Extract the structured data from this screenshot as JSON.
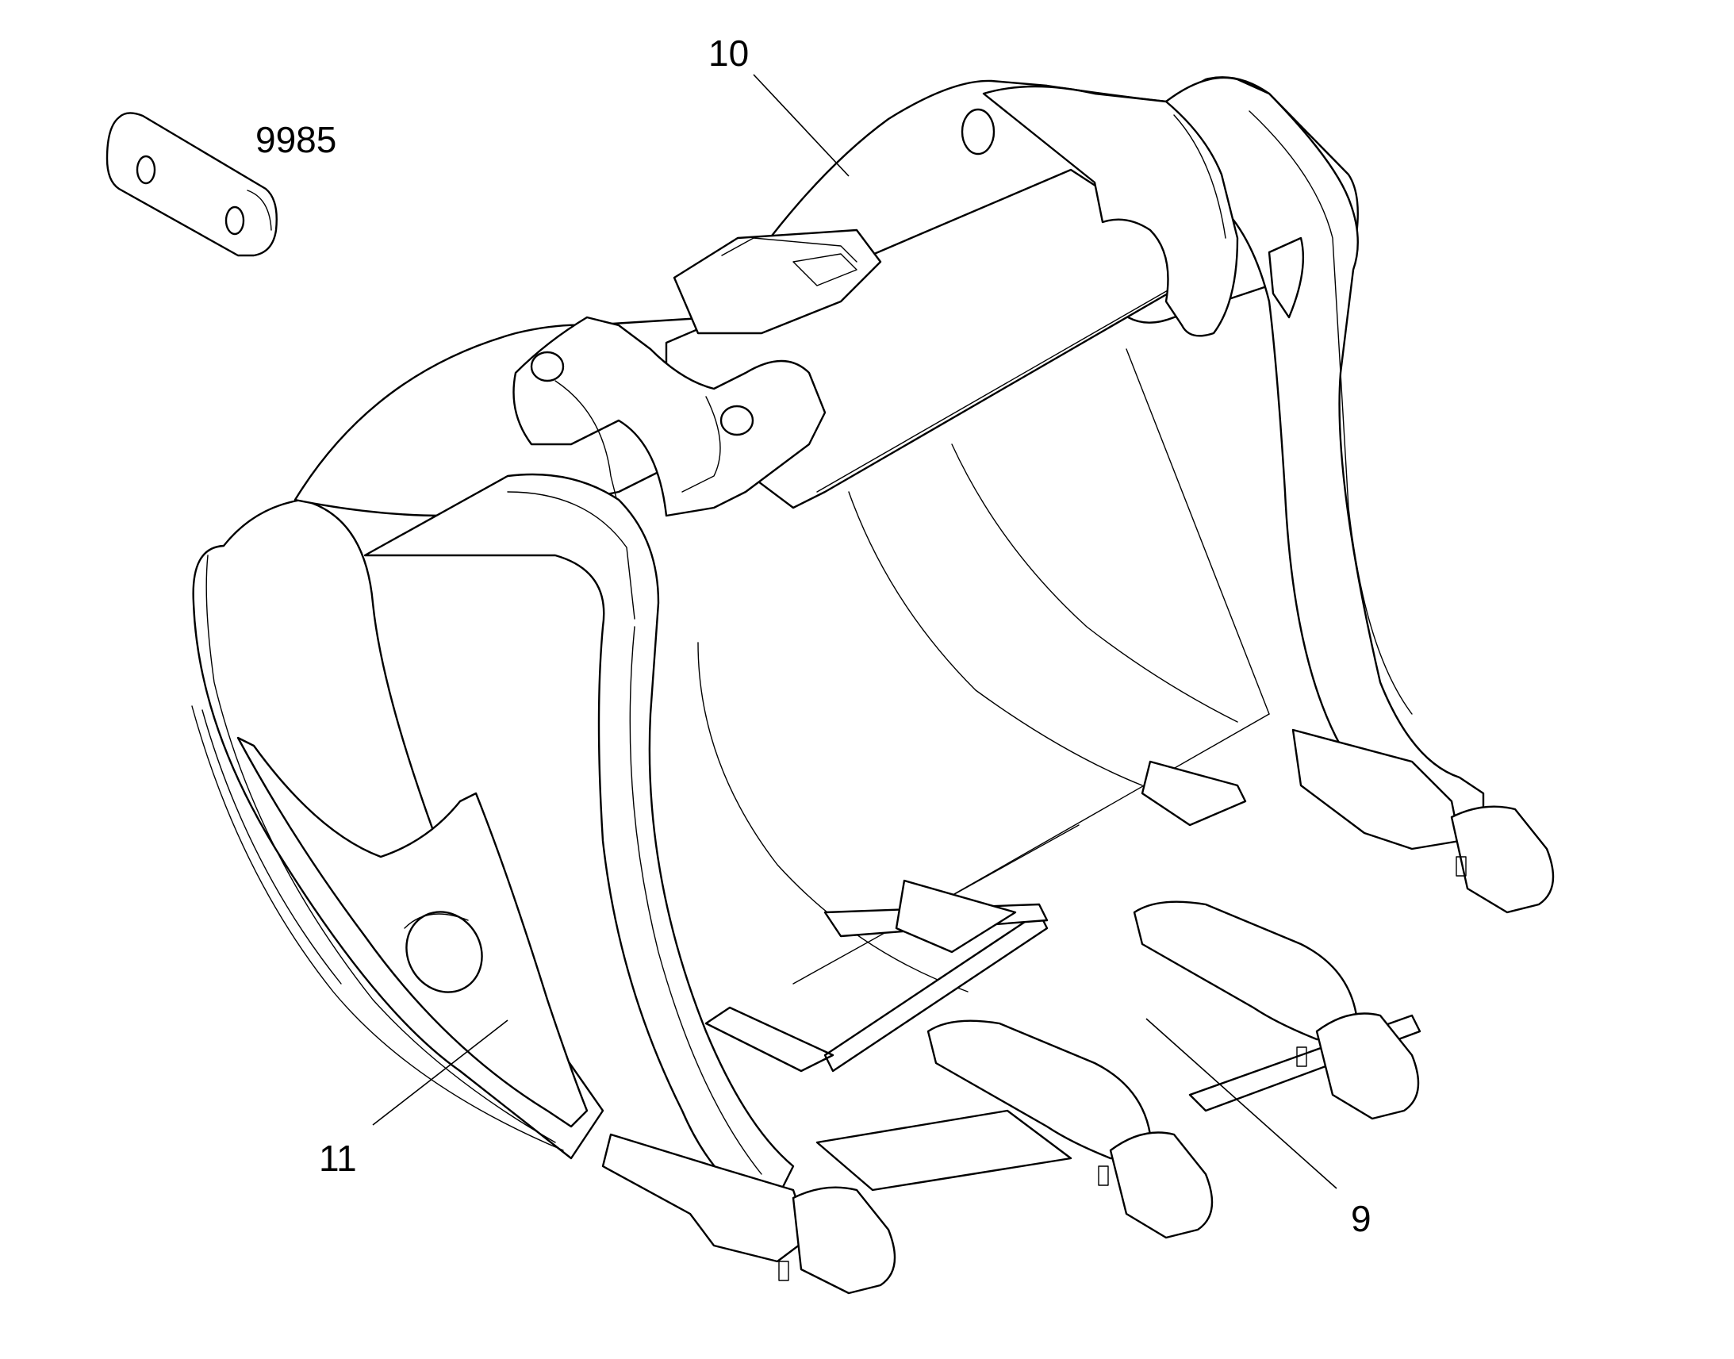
{
  "callouts": {
    "plate": "9985",
    "top_bar": "10",
    "side_plate": "11",
    "teeth": "9"
  },
  "colors": {
    "ink": "#000000",
    "paper": "#ffffff"
  }
}
